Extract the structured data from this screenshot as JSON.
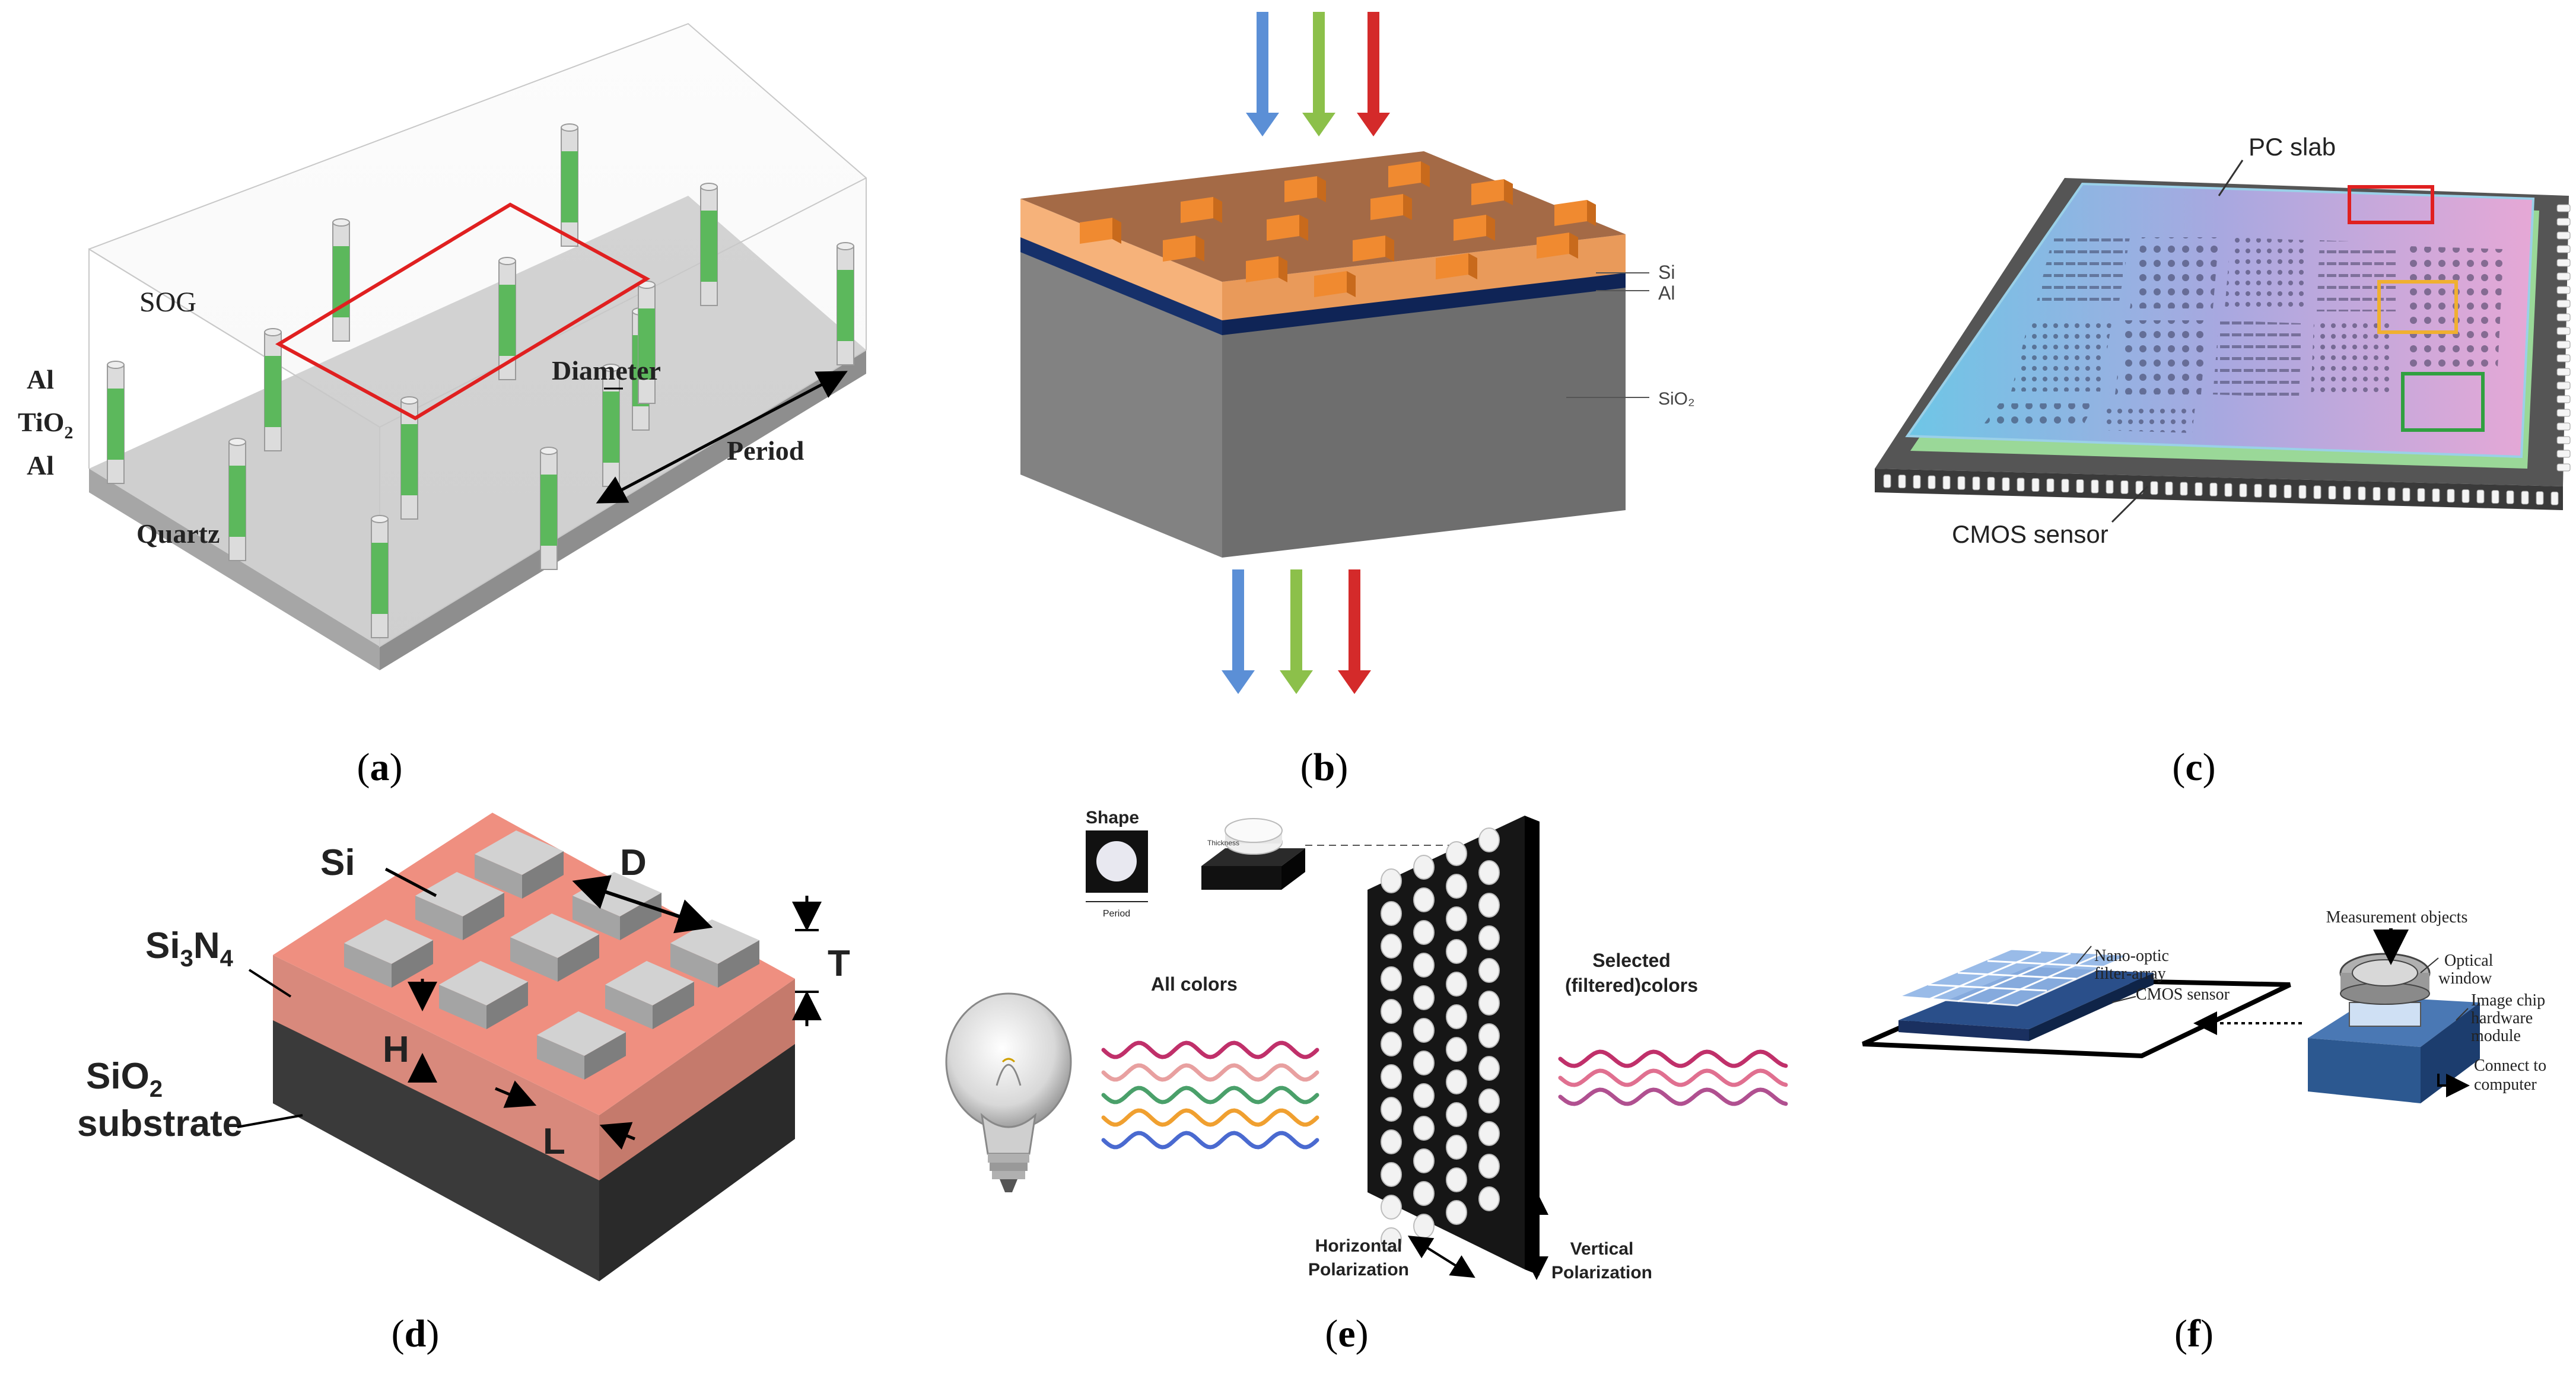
{
  "panel_a": {
    "caption_open": "(",
    "caption_letter": "a",
    "caption_close": ")",
    "sog": "SOG",
    "al_top": "Al",
    "tio2_base": "TiO",
    "tio2_sub": "2",
    "al_bottom": "Al",
    "quartz": "Quartz",
    "diameter": "Diameter",
    "period": "Period"
  },
  "panel_b": {
    "caption_open": "(",
    "caption_letter": "b",
    "caption_close": ")",
    "si": "Si",
    "al": "Al",
    "sio2": "SiO₂"
  },
  "panel_c": {
    "caption_open": "(",
    "caption_letter": "c",
    "caption_close": ")",
    "pc_slab": "PC slab",
    "cmos": "CMOS sensor"
  },
  "panel_d": {
    "caption_open": "(",
    "caption_letter": "d",
    "caption_close": ")",
    "si": "Si",
    "d": "D",
    "t": "T",
    "si3n4_a": "Si",
    "si3n4_sub1": "3",
    "si3n4_b": "N",
    "si3n4_sub2": "4",
    "h": "H",
    "sio2_a": "SiO",
    "sio2_sub": "2",
    "substrate": "substrate",
    "l": "L"
  },
  "panel_e": {
    "caption_open": "(",
    "caption_letter": "e",
    "caption_close": ")",
    "shape": "Shape",
    "thickness": "Thickness",
    "period": "Period",
    "all_colors": "All colors",
    "selected_line1": "Selected",
    "selected_line2": "(filtered)colors",
    "horizontal_line1": "Horizontal",
    "horizontal_line2": "Polarization",
    "vertical_line1": "Vertical",
    "vertical_line2": "Polarization"
  },
  "panel_f": {
    "caption_open": "(",
    "caption_letter": "f",
    "caption_close": ")",
    "measurement": "Measurement objects",
    "nano_line1": "Nano-optic",
    "nano_line2": "filter-array",
    "optical_line1": "Optical",
    "optical_line2": "window",
    "cmos": "CMOS sensor",
    "image_chip_line1": "Image chip",
    "image_chip_line2": "hardware",
    "image_chip_line3": "module",
    "connect_line1": "Connect to",
    "connect_line2": "computer"
  },
  "colors": {
    "pillar_green": "#5cb85c",
    "frame_red": "#e02020",
    "orange_layer": "#f39a4a",
    "al_blue": "#16306a",
    "sio2_gray": "#7d7d7d",
    "arrow_blue": "#5b8fd6",
    "arrow_green": "#8cc04a",
    "arrow_red": "#d42a2a",
    "si3n4_pink": "#ef8f80",
    "wave_colors": [
      "#c0306a",
      "#e8a0a0",
      "#4aa06a",
      "#f0a030",
      "#4a6ad0"
    ],
    "filtered_colors": [
      "#c0306a",
      "#e07090",
      "#b05090"
    ]
  }
}
